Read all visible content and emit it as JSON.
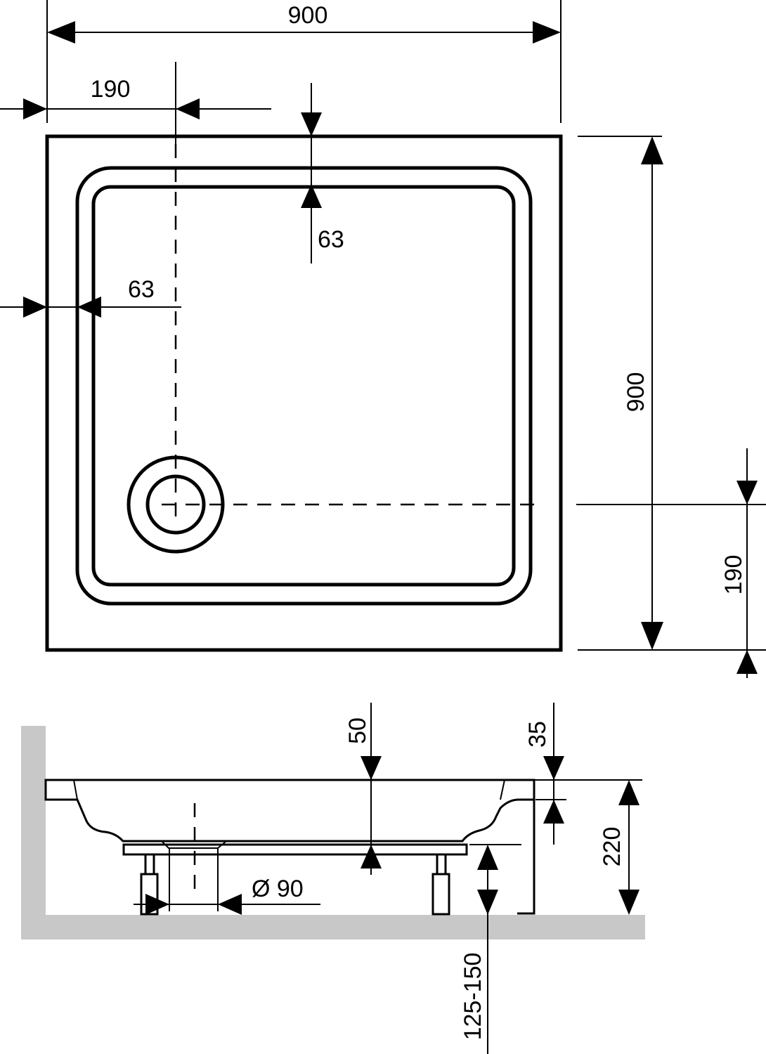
{
  "plan_view": {
    "width_label": "900",
    "height_label": "900",
    "drain_offset_x_label": "190",
    "drain_offset_y_label": "190",
    "rim_top_label": "63",
    "rim_left_label": "63"
  },
  "section_view": {
    "depth_inner_label": "50",
    "rim_thickness_label": "35",
    "total_height_label": "220",
    "drain_diameter_label": "Ø 90",
    "leg_height_label": "125-150"
  },
  "colors": {
    "line": "#000000",
    "wall_floor": "#c8c8c8",
    "background": "#ffffff"
  }
}
